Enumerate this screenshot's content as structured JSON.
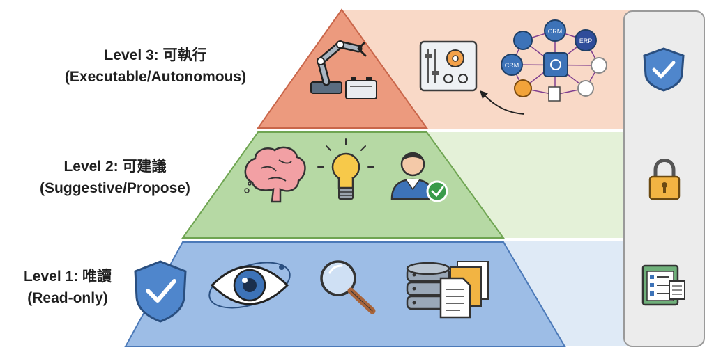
{
  "levels": [
    {
      "title": "Level 3: 可執行",
      "subtitle": "(Executable/Autonomous)",
      "icons": [
        "robot-arm-icon",
        "battery-icon",
        "control-panel-icon",
        "network-hub-icon",
        "arrow-icon"
      ],
      "nodes": [
        "CRM",
        "ERP",
        "CRM"
      ],
      "colors": {
        "band": "#f9d9c7",
        "triangle": "#ec9a7e",
        "stroke": "#c9664a"
      }
    },
    {
      "title": "Level 2: 可建議",
      "subtitle": "(Suggestive/Propose)",
      "icons": [
        "brain-icon",
        "lightbulb-icon",
        "user-approved-icon"
      ],
      "colors": {
        "band": "#e4f1d8",
        "triangle": "#b6d9a4",
        "stroke": "#6fa552"
      }
    },
    {
      "title": "Level 1: 唯讀",
      "subtitle": "(Read-only)",
      "icons": [
        "shield-check-icon",
        "eye-icon",
        "magnifier-icon",
        "database-icon",
        "documents-icon"
      ],
      "colors": {
        "band": "#dfeaf6",
        "triangle": "#9dbde6",
        "stroke": "#4b79b8"
      }
    }
  ],
  "side_panel": {
    "icons": [
      "shield-check-icon",
      "padlock-icon",
      "list-table-icon"
    ]
  }
}
